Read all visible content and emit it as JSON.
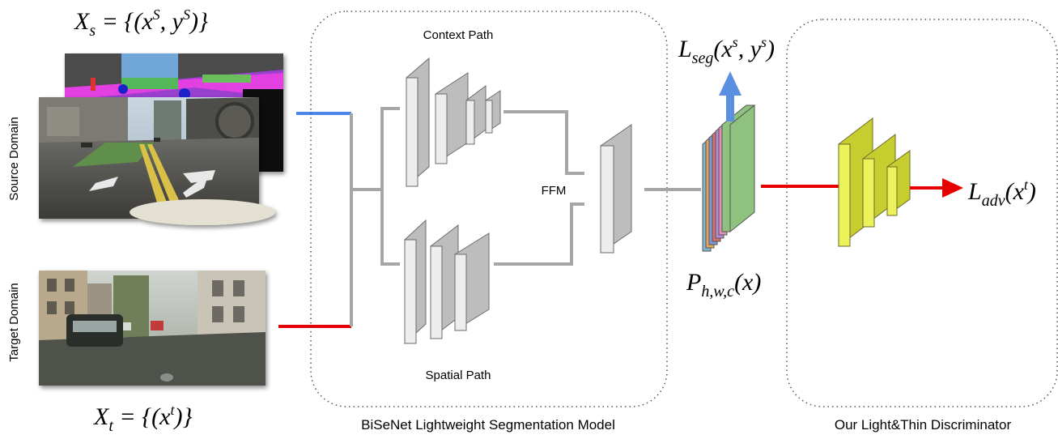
{
  "source_domain": {
    "label": "Source Domain",
    "formula_main": "X",
    "formula_sub": "s",
    "formula_rest_a": " = {(x",
    "formula_sup1": "S",
    "formula_rest_b": ", y",
    "formula_sup2": "S",
    "formula_rest_c": ")}"
  },
  "target_domain": {
    "label": "Target Domain",
    "formula_main": "X",
    "formula_sub": "t",
    "formula_rest_a": " = {(x",
    "formula_sup1": "t",
    "formula_rest_b": ")}"
  },
  "bisenet": {
    "context_path": "Context Path",
    "spatial_path": "Spatial Path",
    "ffm": "FFM",
    "caption": "BiSeNet Lightweight Segmentation Model"
  },
  "output": {
    "seg_main": "L",
    "seg_sub": "seg",
    "seg_rest_a": "(x",
    "seg_sup1": "s",
    "seg_rest_b": ", y",
    "seg_sup2": "s",
    "seg_rest_c": ")",
    "p_main": "P",
    "p_sub": "h,w,c",
    "p_rest": "(x)",
    "channel_colors": [
      "#7fb6d8",
      "#e9a15a",
      "#7a9ad6",
      "#d86f6f",
      "#b48ad0",
      "#e08fb6",
      "#8fc27f"
    ]
  },
  "discriminator": {
    "caption": "Our Light&Thin Discriminator",
    "adv_main": "L",
    "adv_sub": "adv",
    "adv_rest_a": "(x",
    "adv_sup": "t",
    "adv_rest_b": ")"
  },
  "colors": {
    "source_line": "#4a86e8",
    "target_line": "#e60000",
    "connector": "#a6a6a6",
    "layer_front": "#d9d9d9",
    "layer_side": "#bdbdbd",
    "disc_front": "#ecf25a",
    "disc_side": "#c6ce2f",
    "seg_arrow": "#5b8fe0"
  }
}
